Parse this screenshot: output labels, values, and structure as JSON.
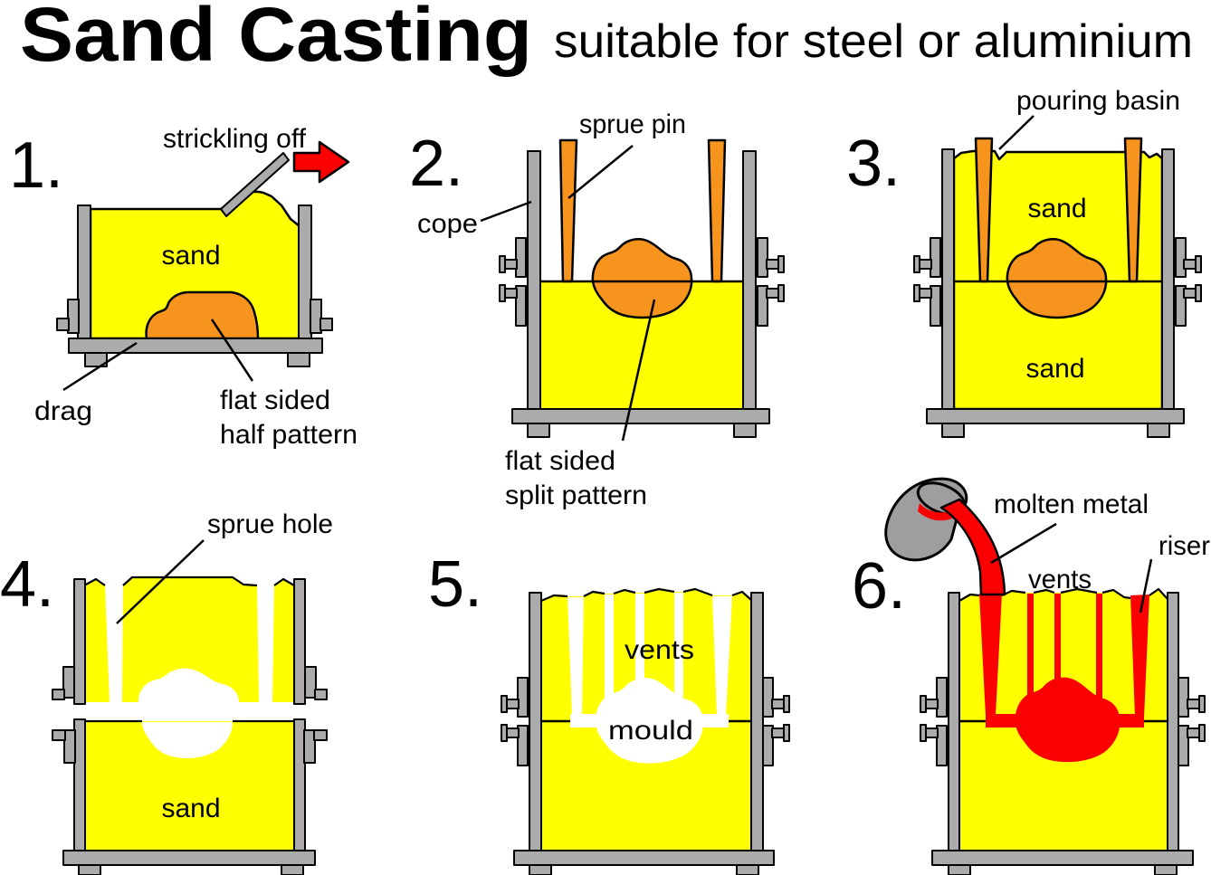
{
  "title": "Sand Casting",
  "subtitle": "suitable for steel or aluminium",
  "colors": {
    "sand_yellow": "#FFFF00",
    "pattern_orange": "#F7941E",
    "frame_gray": "#ABABAB",
    "molten_red": "#FB0000",
    "outline_black": "#000000",
    "background": "#FFFFFF"
  },
  "steps": [
    {
      "number": "1.",
      "labels": {
        "strickling_off": "strickling off",
        "sand": "sand",
        "drag": "drag",
        "pattern_1": "flat sided",
        "pattern_2": "half pattern"
      }
    },
    {
      "number": "2.",
      "labels": {
        "sprue_pin": "sprue pin",
        "cope": "cope",
        "pattern_1": "flat sided",
        "pattern_2": "split pattern"
      }
    },
    {
      "number": "3.",
      "labels": {
        "pouring_basin": "pouring basin",
        "sand_top": "sand",
        "sand_bottom": "sand"
      }
    },
    {
      "number": "4.",
      "labels": {
        "sprue_hole": "sprue hole",
        "sand": "sand"
      }
    },
    {
      "number": "5.",
      "labels": {
        "vents": "vents",
        "mould": "mould"
      }
    },
    {
      "number": "6.",
      "labels": {
        "molten_metal": "molten metal",
        "vents": "vents",
        "riser": "riser"
      }
    }
  ]
}
